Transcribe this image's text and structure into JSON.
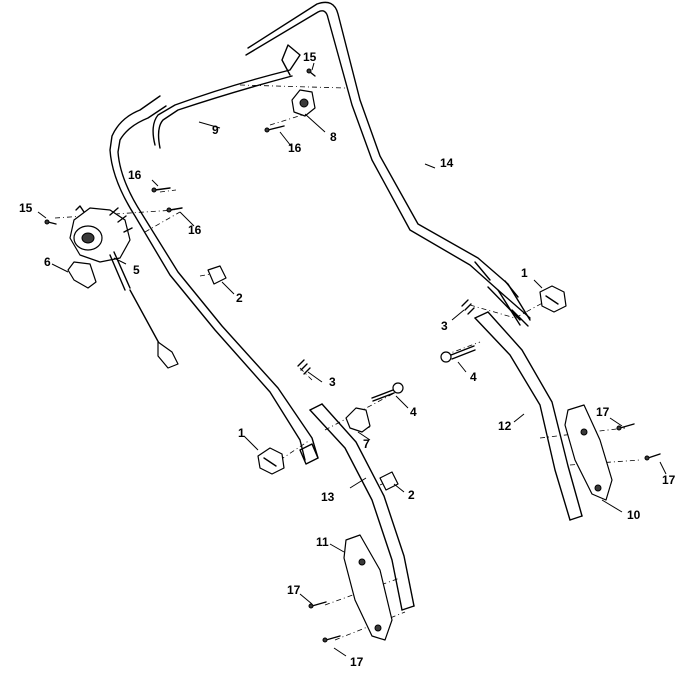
{
  "callouts": [
    {
      "label": "1"
    },
    {
      "label": "1"
    },
    {
      "label": "2"
    },
    {
      "label": "2"
    },
    {
      "label": "3"
    },
    {
      "label": "3"
    },
    {
      "label": "4"
    },
    {
      "label": "4"
    },
    {
      "label": "5"
    },
    {
      "label": "6"
    },
    {
      "label": "7"
    },
    {
      "label": "8"
    },
    {
      "label": "9"
    },
    {
      "label": "10"
    },
    {
      "label": "11"
    },
    {
      "label": "12"
    },
    {
      "label": "13"
    },
    {
      "label": "14"
    },
    {
      "label": "15"
    },
    {
      "label": "15"
    },
    {
      "label": "16"
    },
    {
      "label": "16"
    },
    {
      "label": "16"
    },
    {
      "label": "17"
    },
    {
      "label": "17"
    },
    {
      "label": "17"
    },
    {
      "label": "17"
    }
  ],
  "colors": {
    "line": "#000000",
    "background": "#ffffff"
  }
}
